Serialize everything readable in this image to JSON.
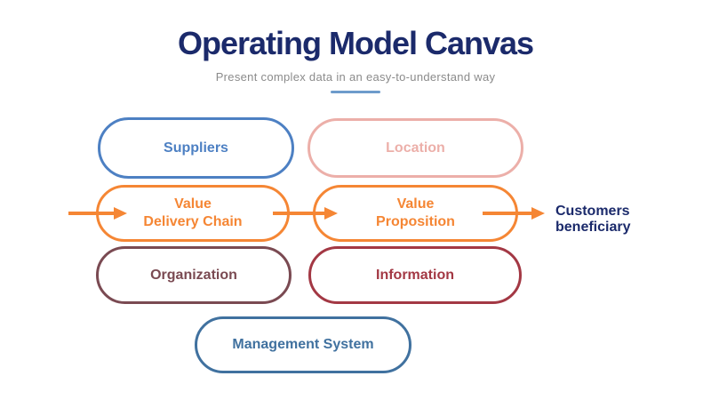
{
  "header": {
    "title": "Operating Model Canvas",
    "subtitle": "Present complex data in an easy-to-understand way"
  },
  "canvas": {
    "nodes": [
      {
        "id": "suppliers",
        "label": "Suppliers",
        "color": "#4d80c3"
      },
      {
        "id": "location",
        "label": "Location",
        "color": "#ecafa9"
      },
      {
        "id": "value-delivery-chain",
        "label": "Value\nDelivery Chain",
        "color": "#f58634"
      },
      {
        "id": "value-proposition",
        "label": "Value\nProposition",
        "color": "#f58634"
      },
      {
        "id": "organization",
        "label": "Organization",
        "color": "#7a4a52"
      },
      {
        "id": "information",
        "label": "Information",
        "color": "#a33844"
      },
      {
        "id": "management-system",
        "label": "Management System",
        "color": "#40719f"
      }
    ],
    "arrows": [
      {
        "id": "inflow",
        "description": "arrow into Value Delivery Chain"
      },
      {
        "id": "between",
        "description": "arrow from Value Delivery Chain to Value Proposition"
      },
      {
        "id": "outflow",
        "description": "arrow from Value Proposition to Customers beneficiary"
      }
    ],
    "output_label": "Customers\nbeneficiary"
  },
  "colors": {
    "title_navy": "#1b2a6b",
    "subtitle_gray": "#8b8b8b",
    "underline_blue": "#6d9bcb",
    "arrow_orange": "#f58634",
    "background": "#ffffff"
  }
}
